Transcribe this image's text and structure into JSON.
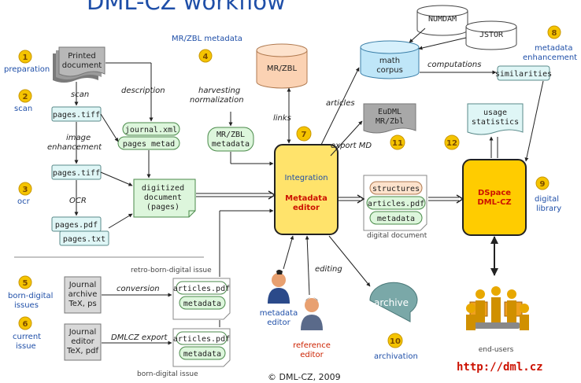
{
  "title": "DML-CZ workflow",
  "copyright": "© DML-CZ, 2009",
  "url": "http://dml.cz",
  "steps": [
    {
      "num": "1",
      "label": "preparation"
    },
    {
      "num": "2",
      "label": "scan"
    },
    {
      "num": "3",
      "label": "ocr"
    },
    {
      "num": "4",
      "label": "MR/ZBL metadata"
    },
    {
      "num": "5",
      "label_line1": "born-digital",
      "label_line2": "issues"
    },
    {
      "num": "6",
      "label_line1": "current",
      "label_line2": "issue"
    },
    {
      "num": "7"
    },
    {
      "num": "8",
      "label_line1": "metadata",
      "label_line2": "enhancement"
    },
    {
      "num": "9",
      "label_line1": "digital",
      "label_line2": "library"
    },
    {
      "num": "10",
      "label": "archivation"
    },
    {
      "num": "11"
    },
    {
      "num": "12"
    }
  ],
  "nodes": {
    "printed_line1": "Printed",
    "printed_line2": "document",
    "pages_tiff_1": "pages.tiff",
    "pages_tiff_2": "pages.tiff",
    "pages_pdf": "pages.pdf",
    "pages_txt": "pages.txt",
    "journal_xml": "journal.xml",
    "pages_metad": "pages metad",
    "digitized_line1": "digitized",
    "digitized_line2": "document",
    "digitized_line3": "(pages)",
    "mrzbl_db": "MR/ZBL",
    "mrzbl_meta_line1": "MR/ZBL",
    "mrzbl_meta_line2": "metadata",
    "numdam": "NUMDAM",
    "jstor": "JSTOR",
    "math_line1": "math",
    "math_line2": "corpus",
    "similarities": "similarities",
    "eudml_line1": "EuDML",
    "eudml_line2": "MR/Zbl",
    "usage_line1": "usage",
    "usage_line2": "statistics",
    "integration": "Integration",
    "metadata_editor_line1": "Metadata",
    "metadata_editor_line2": "editor",
    "structures": "structures",
    "articles_pdf": "articles.pdf",
    "metadata": "metadata",
    "digital_document": "digital document",
    "dspace_line1": "DSpace",
    "dspace_line2": "DML-CZ",
    "archive": "archive",
    "journal_archive_line1": "Journal",
    "journal_archive_line2": "archive",
    "journal_archive_line3": "TeX, ps",
    "journal_editor_line1": "Journal",
    "journal_editor_line2": "editor",
    "journal_editor_line3": "TeX, pdf",
    "articles_pdf_2": "articles.pdf",
    "metadata_2": "metadata",
    "articles_pdf_3": "articles.pdf",
    "metadata_3": "metadata",
    "retro_issue": "retro-born-digital issue",
    "born_issue": "born-digital issue",
    "metadata_editor_person_line1": "metadata",
    "metadata_editor_person_line2": "editor",
    "reference_editor_line1": "reference",
    "reference_editor_line2": "editor",
    "end_users": "end-users"
  },
  "edges": {
    "scan": "scan",
    "description": "description",
    "image_line1": "image",
    "image_line2": "enhancement",
    "ocr": "OCR",
    "harvesting": "harvesting",
    "normalization": "normalization",
    "links": "links",
    "articles": "articles",
    "computations": "computations",
    "export_md": "export MD",
    "conversion": "conversion",
    "dmlcz_export": "DMLCZ export",
    "editing": "editing"
  },
  "colors": {
    "title_blue": "#1f4fa8",
    "doc_cyan": "#dff6f6",
    "meta_green": "#ddf6dc",
    "editor_yellow": "#ffe36b",
    "dspace_yellow": "#ffcc00",
    "circle_gold": "#f5c400",
    "red": "#cc1100"
  }
}
